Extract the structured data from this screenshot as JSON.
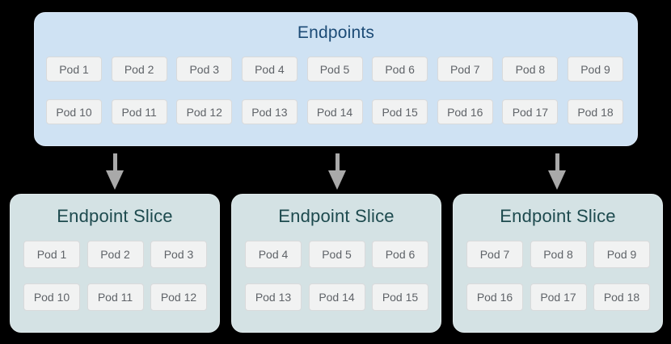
{
  "colors": {
    "canvas_bg": "#000000",
    "endpoints_box_bg": "#cfe2f3",
    "endpoints_box_border": "#dce9f7",
    "endpoints_title_color": "#1c4b76",
    "slice_box_bg": "#d4e2e4",
    "slice_box_border": "#e1ebec",
    "slice_title_color": "#1d4a4e",
    "pod_chip_bg": "#f1f2f2",
    "pod_chip_border": "#d9dadb",
    "pod_chip_text": "#5f6368",
    "arrow_color": "#a9a9a9"
  },
  "endpoints": {
    "title": "Endpoints",
    "rows": [
      [
        "Pod 1",
        "Pod 2",
        "Pod 3",
        "Pod 4",
        "Pod 5",
        "Pod 6",
        "Pod 7",
        "Pod 8",
        "Pod 9"
      ],
      [
        "Pod 10",
        "Pod 11",
        "Pod 12",
        "Pod 13",
        "Pod 14",
        "Pod 15",
        "Pod 16",
        "Pod 17",
        "Pod 18"
      ]
    ]
  },
  "slices": [
    {
      "title": "Endpoint Slice",
      "rows": [
        [
          "Pod 1",
          "Pod 2",
          "Pod 3"
        ],
        [
          "Pod 10",
          "Pod 11",
          "Pod 12"
        ]
      ]
    },
    {
      "title": "Endpoint Slice",
      "rows": [
        [
          "Pod 4",
          "Pod 5",
          "Pod 6"
        ],
        [
          "Pod 13",
          "Pod 14",
          "Pod 15"
        ]
      ]
    },
    {
      "title": "Endpoint Slice",
      "rows": [
        [
          "Pod 7",
          "Pod 8",
          "Pod 9"
        ],
        [
          "Pod 16",
          "Pod 17",
          "Pod 18"
        ]
      ]
    }
  ]
}
